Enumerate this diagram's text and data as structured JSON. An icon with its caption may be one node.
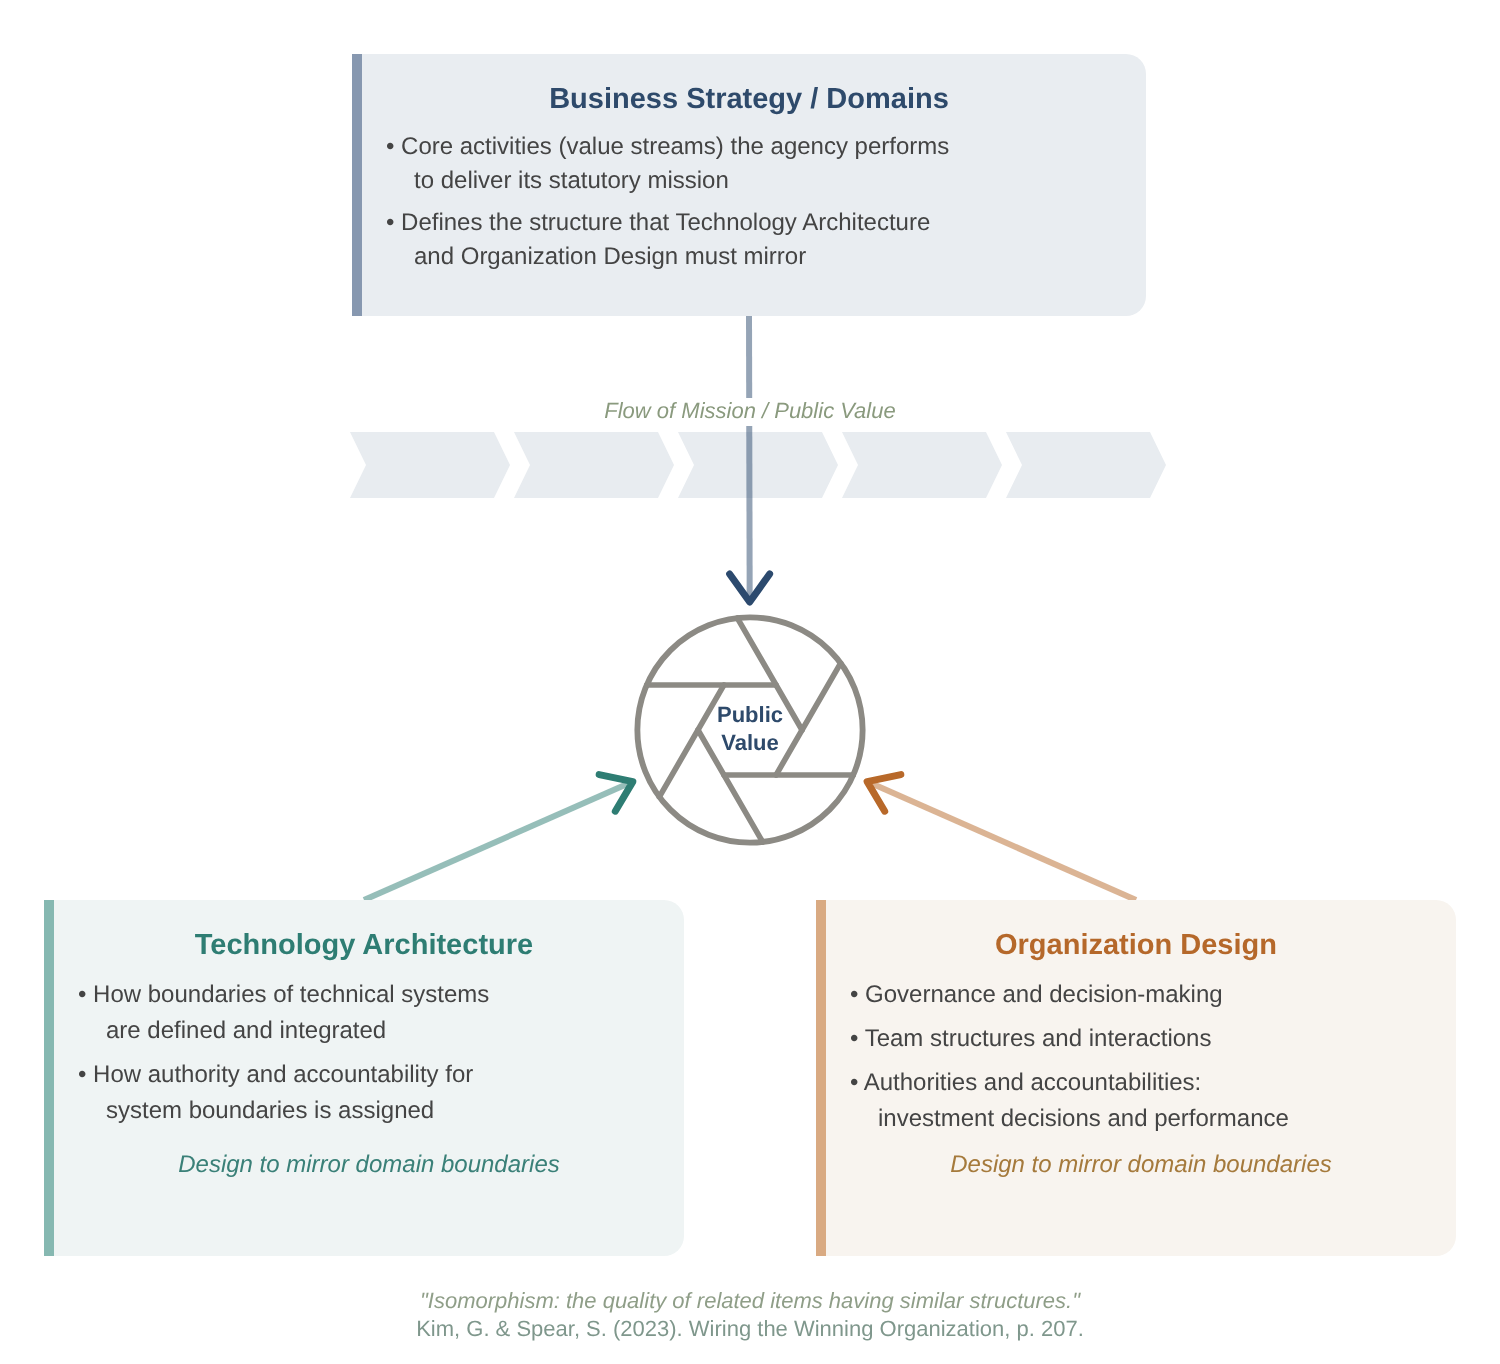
{
  "diagram": {
    "nodes": [
      {
        "text": [
          "Business Strategy / Domains",
          "• Core activities (value streams) the agency performs to deliver its statutory mission",
          "• Defines the structure that Technology Architecture and Organization Design must mirror"
        ]
      },
      {
        "text": [
          "Public Value"
        ]
      },
      {
        "text": [
          "Technology Architecture",
          "• How boundaries of technical systems are defined and integrated",
          "• How authority and accountability for system boundaries is assigned",
          "Design to mirror domain boundaries"
        ]
      },
      {
        "text": [
          "Organization Design",
          "• Governance and decision-making",
          "• Team structures and interactions",
          "• Authorities and accountabilities: investment decisions and performance",
          "Design to mirror domain boundaries"
        ]
      }
    ],
    "edges": [
      {
        "from": 0,
        "to": 1,
        "arrow": "to",
        "color": "#2c4a6e"
      },
      {
        "from": 2,
        "to": 1,
        "arrow": "to",
        "color": "#2e7d73"
      },
      {
        "from": 3,
        "to": 1,
        "arrow": "to",
        "color": "#b8692a"
      }
    ],
    "labels": [
      "Flow of Mission / Public Value",
      "\"Isomorphism: the quality of related items having similar structures.\"",
      "Kim, G. & Spear, S. (2023). Wiring the Winning Organization, p. 207."
    ]
  }
}
